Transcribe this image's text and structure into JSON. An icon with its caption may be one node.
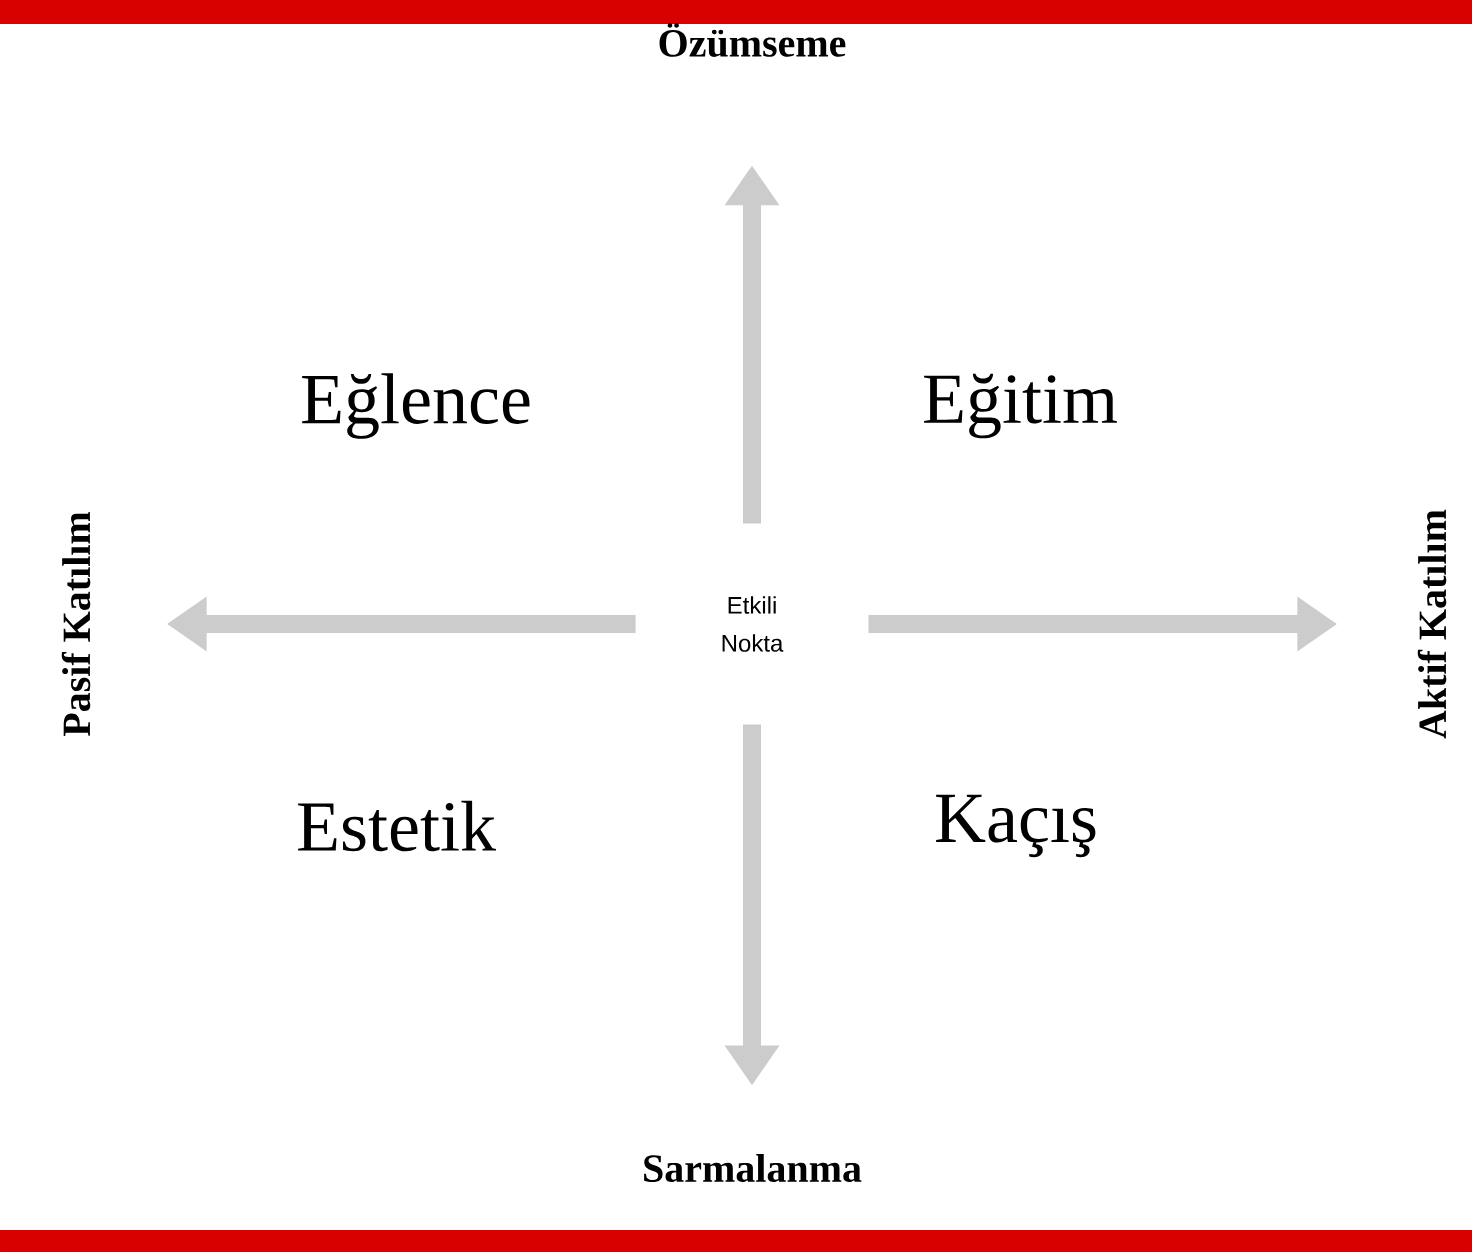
{
  "diagram": {
    "nodes": [
      {
        "text": [
          "Özümseme"
        ]
      },
      {
        "text": [
          "Pasif Katılım"
        ]
      },
      {
        "text": [
          "Etkili Nokta"
        ]
      },
      {
        "text": [
          "Aktif Katılım"
        ]
      },
      {
        "text": [
          "Sarmalanma"
        ]
      }
    ],
    "edges": [
      {
        "from": 2,
        "to": 0,
        "arrow": "to"
      },
      {
        "from": 2,
        "to": 3,
        "arrow": "to"
      },
      {
        "from": 2,
        "to": 4,
        "arrow": "to"
      },
      {
        "from": 2,
        "to": 1,
        "arrow": "to"
      }
    ],
    "labels": [
      "Eğlence",
      "Eğitim",
      "Estetik",
      "Kaçış"
    ]
  }
}
